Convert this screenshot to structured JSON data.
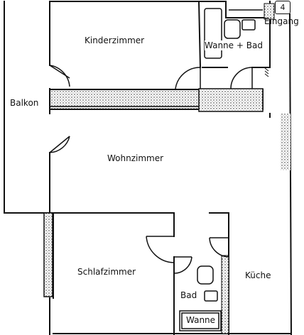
{
  "unit_number": "4",
  "rooms": {
    "entrance": "Eingang",
    "children_room": "Kinderzimmer",
    "bath_with_tub": "Wanne + Bad",
    "balcony": "Balkon",
    "living_room": "Wohnzimmer",
    "bedroom": "Schlafzimmer",
    "kitchen": "Küche",
    "bath": "Bad",
    "tub": "Wanne"
  }
}
